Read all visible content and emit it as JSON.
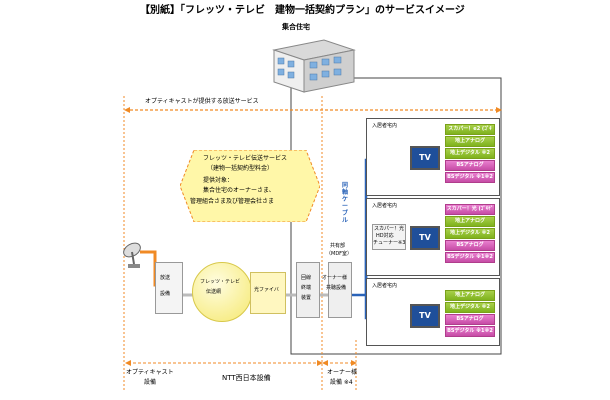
{
  "title": "【別紙】「フレッツ・テレビ　建物一括契約プラン」のサービスイメージ",
  "building": {
    "label": "集合住宅"
  },
  "broadcast_service": "オプティキャストが提供する放送サービス",
  "ntt_callout": {
    "line1": "フレッツ・テレビ伝送サービス",
    "line2": "（建物一括契約型料金）",
    "line3": "提供対象：",
    "line4": "集合住宅のオーナーさま、",
    "line5": "管理組合さま及び管理会社さま"
  },
  "coax_label": "同軸ケーブル",
  "shared_area": {
    "line1": "共有部",
    "line2": "（MDF室）"
  },
  "rooms": [
    {
      "label": "入居者宅内",
      "tv": "TV",
      "channels": [
        {
          "text": "スカパー！e2 (ｺﾞｷｹﾞﾝﾁｬﾝﾈﾙ)",
          "kind": "green"
        },
        {
          "text": "地上アナログ",
          "kind": "green"
        },
        {
          "text": "地上デジタル ※2",
          "kind": "green"
        },
        {
          "text": "BSアナログ",
          "kind": "pink"
        },
        {
          "text": "BSデジタル ※1※2",
          "kind": "pink"
        }
      ]
    },
    {
      "label": "入居者宅内",
      "tv": "TV",
      "tuner": {
        "line1": "スカパー！光",
        "line2": "HD対応",
        "line3": "チューナー※3"
      },
      "channels": [
        {
          "text": "スカパー！光 (ｺﾞｷｹﾞﾝﾁｬﾝﾈﾙ)",
          "kind": "pink"
        },
        {
          "text": "地上アナログ",
          "kind": "green"
        },
        {
          "text": "地上デジタル ※2",
          "kind": "green"
        },
        {
          "text": "BSアナログ",
          "kind": "pink"
        },
        {
          "text": "BSデジタル ※1※2",
          "kind": "pink"
        }
      ]
    },
    {
      "label": "入居者宅内",
      "tv": "TV",
      "channels": [
        {
          "text": "地上アナログ",
          "kind": "green"
        },
        {
          "text": "地上デジタル ※2",
          "kind": "green"
        },
        {
          "text": "BSアナログ",
          "kind": "pink"
        },
        {
          "text": "BSデジタル ※1※2",
          "kind": "pink"
        }
      ]
    }
  ],
  "broadcast_equipment": {
    "line1": "放送",
    "line2": "設備"
  },
  "flets_network": {
    "line1": "フレッツ・テレビ",
    "line2": "伝送網"
  },
  "fiber": "光ファイバ",
  "terminal": {
    "line1": "回線",
    "line2": "終端",
    "line3": "装置"
  },
  "owner_equipment": {
    "line1": "オーナー様",
    "line2": "共聴設備"
  },
  "bottom": {
    "opti": {
      "line1": "オプティキャスト",
      "line2": "設備"
    },
    "ntt": "NTT西日本設備",
    "owner": {
      "line1": "オーナー様",
      "line2": "設備 ※4"
    }
  },
  "colors": {
    "orange": "#f08a24",
    "blue": "#2a63b8",
    "yellow": "#fff7a8",
    "green": "#8cc03a",
    "pink": "#dd66bb"
  }
}
